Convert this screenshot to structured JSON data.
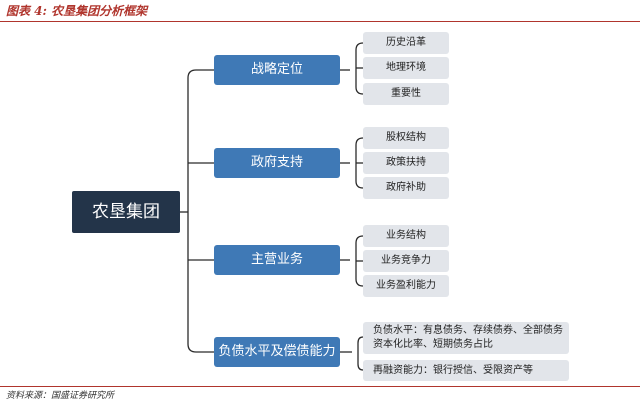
{
  "header": {
    "figure_title": "图表 4:  农垦集团分析框架"
  },
  "root": {
    "label": "农垦集团"
  },
  "branches": [
    {
      "label": "战略定位",
      "items": [
        "历史沿革",
        "地理环境",
        "重要性"
      ]
    },
    {
      "label": "政府支持",
      "items": [
        "股权结构",
        "政策扶持",
        "政府补助"
      ]
    },
    {
      "label": "主营业务",
      "items": [
        "业务结构",
        "业务竞争力",
        "业务盈利能力"
      ]
    },
    {
      "label": "负债水平及偿债能力",
      "items": [
        {
          "line1": "负债水平：有息债务、存续债券、全部债务",
          "line2": "资本化比率、短期债务占比"
        },
        {
          "line1": "再融资能力：银行授信、受限资产等"
        }
      ]
    }
  ],
  "footer": {
    "source": "资料来源：国盛证券研究所"
  },
  "colors": {
    "accent_red": "#b0352d",
    "root_fill": "#233449",
    "category_fill": "#3f79b6",
    "leaf_fill": "#e2e5ea",
    "connector": "#2b2b2b"
  }
}
